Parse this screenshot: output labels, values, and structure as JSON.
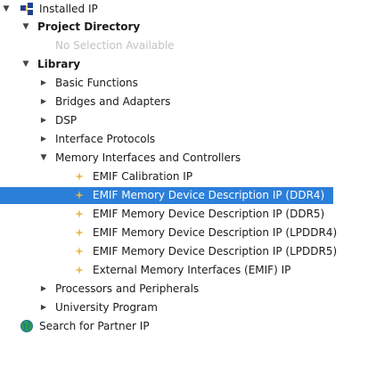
{
  "tree": {
    "root_label": "Installed IP",
    "project_directory": {
      "label": "Project Directory",
      "empty_text": "No Selection Available"
    },
    "library": {
      "label": "Library",
      "categories": [
        "Basic Functions",
        "Bridges and Adapters",
        "DSP",
        "Interface Protocols",
        "Memory Interfaces and Controllers"
      ],
      "memory_items": [
        "EMIF Calibration IP",
        "EMIF Memory Device Description IP (DDR4)",
        "EMIF Memory Device Description IP (DDR5)",
        "EMIF Memory Device Description IP (LPDDR4)",
        "EMIF Memory Device Description IP (LPDDR5)",
        "External Memory Interfaces (EMIF) IP"
      ],
      "after_categories": [
        "Processors and Peripherals",
        "University Program"
      ]
    },
    "partner_search_label": "Search for Partner IP",
    "selected_item": "EMIF Memory Device Description IP (DDR4)"
  },
  "colors": {
    "selection": "#2c7fd9",
    "ip_leaf_icon": "#e8b84a",
    "app_icon": "#1f3f8f",
    "globe": "#2e9d4a"
  }
}
